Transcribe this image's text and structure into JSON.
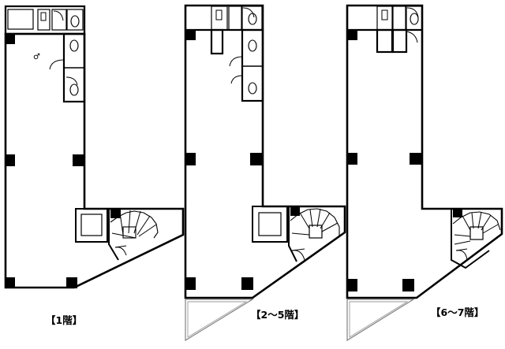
{
  "floors": [
    {
      "id": "floor-1",
      "label": "【1階】"
    },
    {
      "id": "floor-2-5",
      "label": "【2～5階】"
    },
    {
      "id": "floor-6-7",
      "label": "【6～7階】"
    }
  ]
}
